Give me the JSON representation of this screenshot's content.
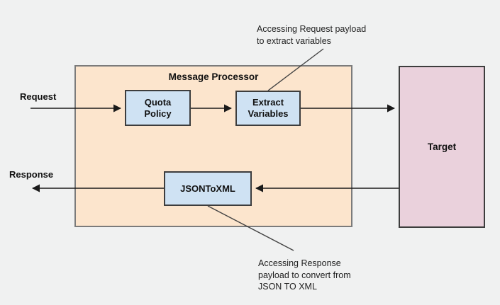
{
  "canvas": {
    "background": "#f0f1f1"
  },
  "colors": {
    "processor_fill": "#fce5cd",
    "policy_fill": "#cfe2f3",
    "target_fill": "#ead1dc",
    "processor_border": "#7b7b7b",
    "node_border": "#3d3d3d",
    "connector_line": "#1a1a1a",
    "annotation_line": "#444444"
  },
  "flow": {
    "request_label": "Request",
    "response_label": "Response"
  },
  "processor": {
    "title": "Message Processor",
    "nodes": {
      "quota": {
        "label": "Quota\nPolicy"
      },
      "extract": {
        "label": "Extract\nVariables"
      },
      "json_to_xml": {
        "label": "JSONToXML"
      }
    }
  },
  "target": {
    "label": "Target"
  },
  "annotations": {
    "request_note": "Accessing Request payload\nto extract variables",
    "response_note": "Accessing Response\npayload to convert from\nJSON TO XML"
  }
}
